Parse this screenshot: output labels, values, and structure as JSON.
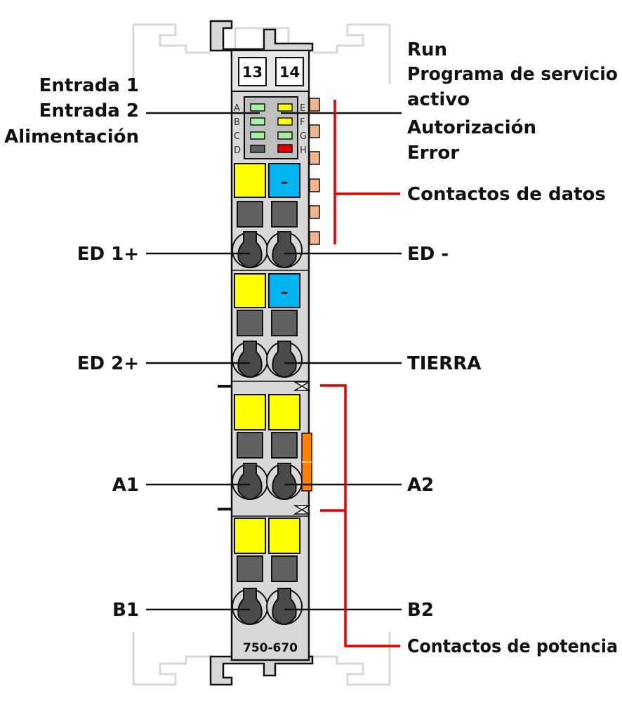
{
  "device": {
    "model": "750-670",
    "terminal_numbers": [
      "13",
      "14"
    ],
    "led_letters_left": [
      "A",
      "B",
      "C",
      "D"
    ],
    "led_letters_right": [
      "E",
      "F",
      "G",
      "H"
    ],
    "minus_sign": "–"
  },
  "labels_left": {
    "input1": "Entrada 1",
    "input2": "Entrada 2",
    "supply": "Alimentación",
    "ed1_plus": "ED 1+",
    "ed2_plus": "ED 2+",
    "a1": "A1",
    "b1": "B1"
  },
  "labels_right": {
    "run": "Run",
    "service_line1": "Programa de servicio",
    "service_line2": "activo",
    "authorization": "Autorización",
    "error": "Error",
    "data_contacts": "Contactos de datos",
    "ed_minus": "ED -",
    "ground": "TIERRA",
    "a2": "A2",
    "b2": "B2",
    "power_contacts": "Contactos de potencia"
  },
  "colors": {
    "housing": "#d8d8d8",
    "terminal_yellow": "#ffff00",
    "terminal_blue": "#00b4f0",
    "led_green": "#a8f0a8",
    "led_yellow": "#ffff00",
    "led_red": "#e00000",
    "led_off": "#606060",
    "contact_orange": "#ff8000",
    "data_contact_pad": "#f4b48c",
    "bracket_red": "#e00000"
  }
}
